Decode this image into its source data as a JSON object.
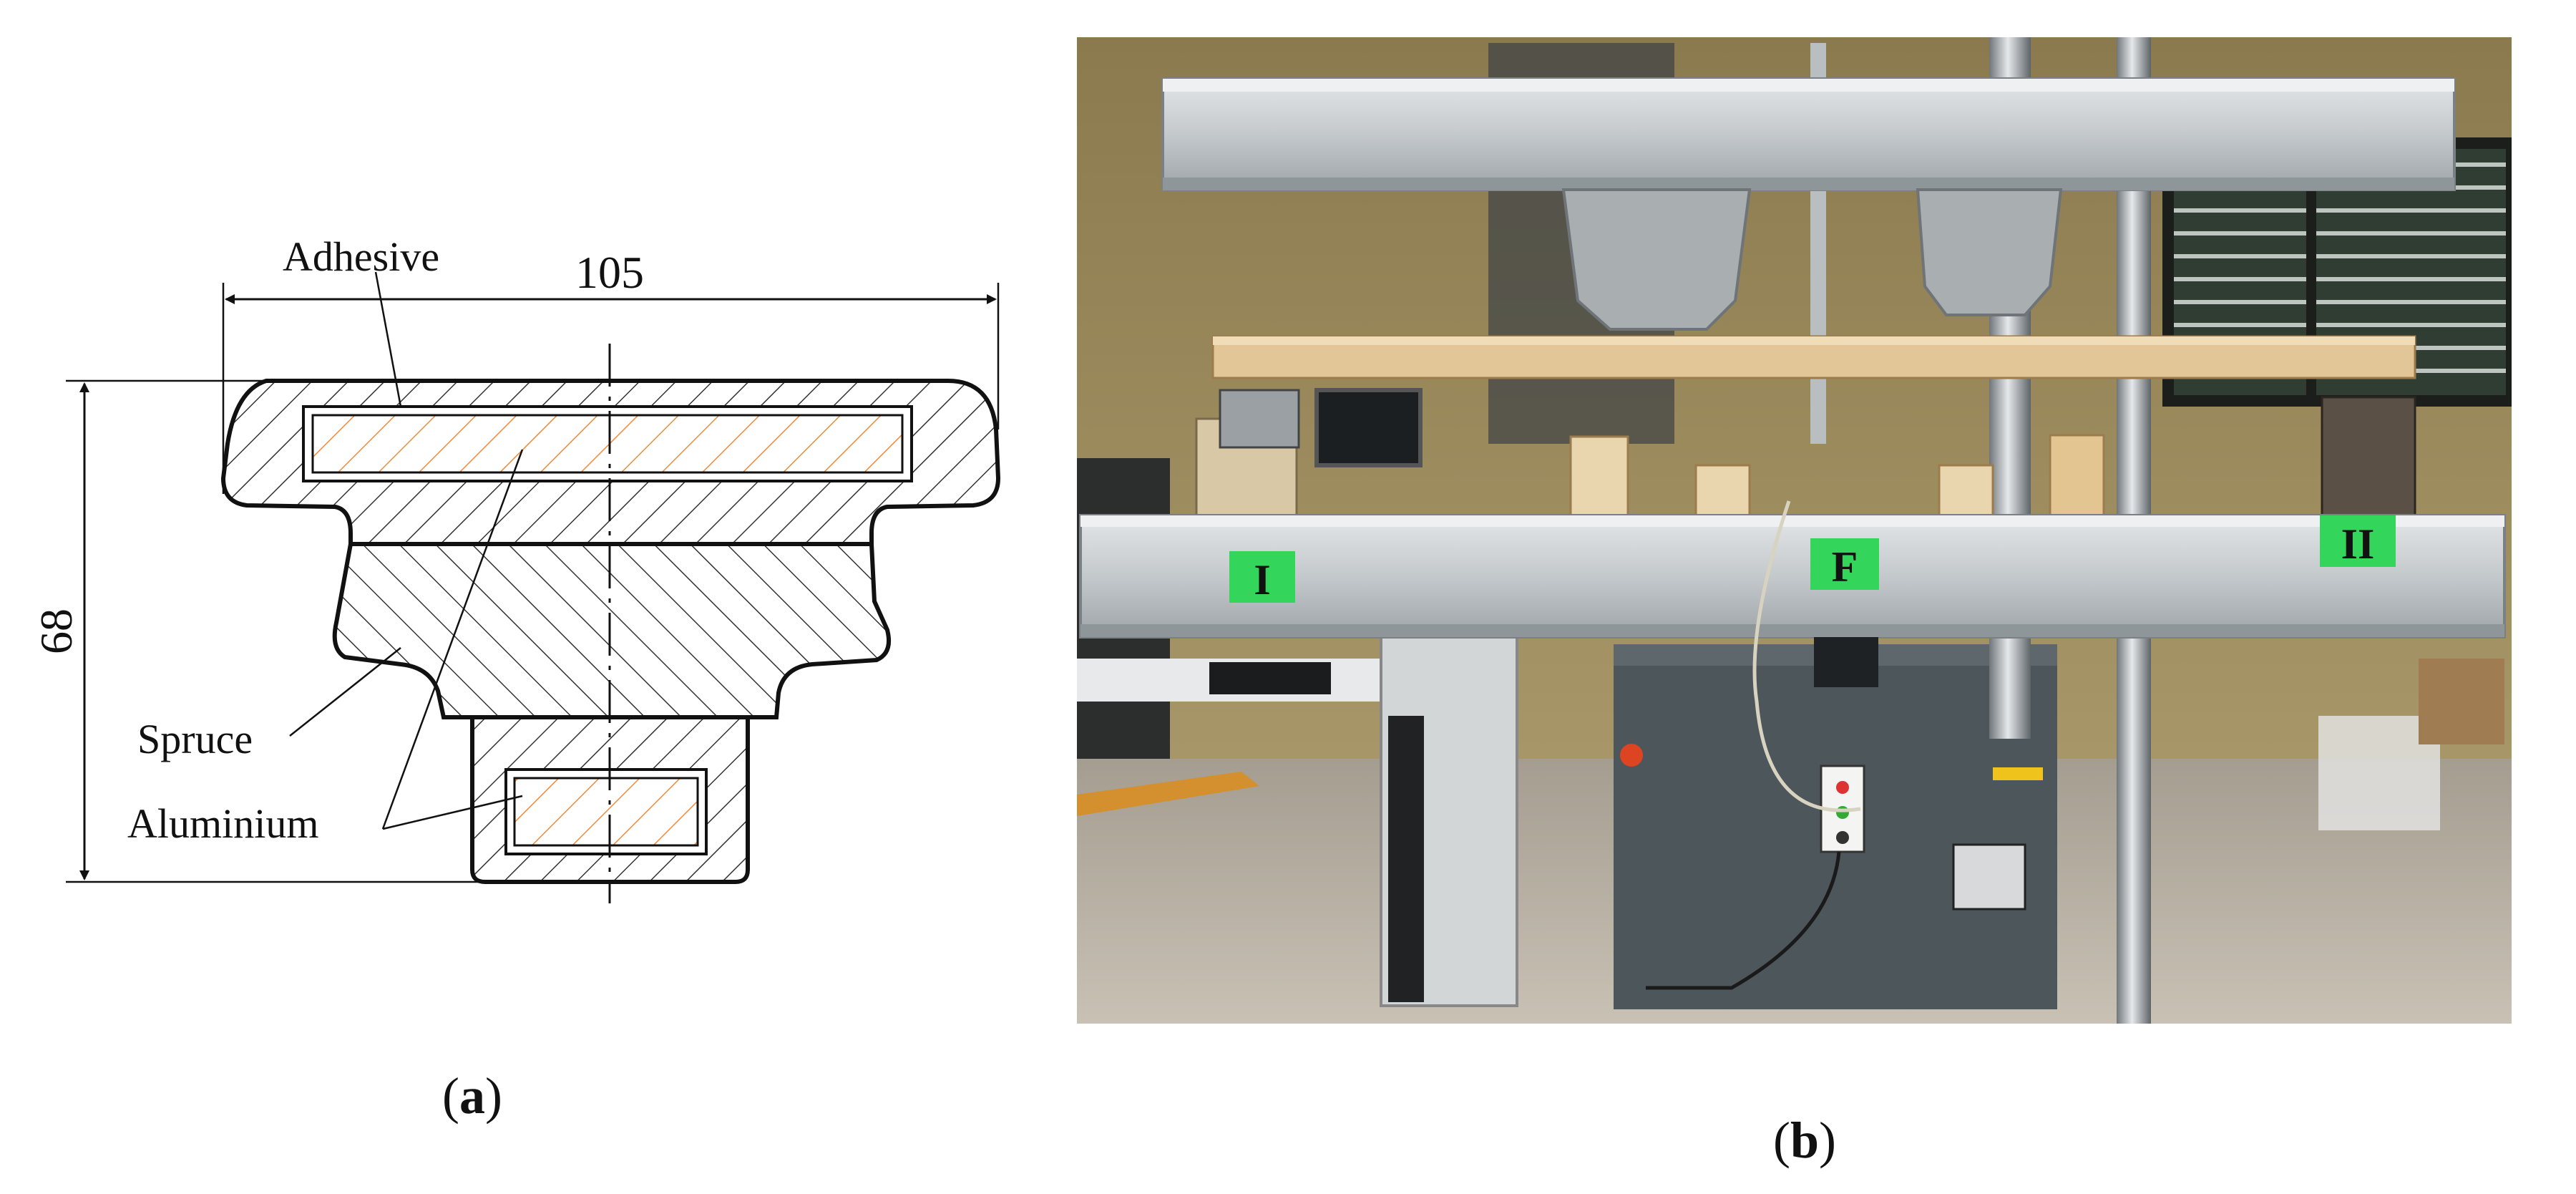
{
  "figure": {
    "panel_a": {
      "caption_open": "(",
      "caption_letter": "a",
      "caption_close": ")",
      "dimension_width": "105",
      "dimension_height": "68",
      "labels": {
        "adhesive": "Adhesive",
        "spruce": "Spruce",
        "aluminium": "Aluminium"
      }
    },
    "panel_b": {
      "caption_open": "(",
      "caption_letter": "b",
      "caption_close": ")",
      "support_labels": {
        "left": "I",
        "force": "F",
        "right": "II"
      }
    }
  },
  "colors": {
    "hatch_wood": "#333333",
    "hatch_aluminium": "#f08a3a",
    "outline": "#111111",
    "label_tag": "#33d65a",
    "beam_steel": "#c9cdd0",
    "wood_beam": "#d9b98a",
    "machine_body": "#4d565b",
    "wall": "#9c8a5a",
    "floor": "#b9b2a6"
  }
}
